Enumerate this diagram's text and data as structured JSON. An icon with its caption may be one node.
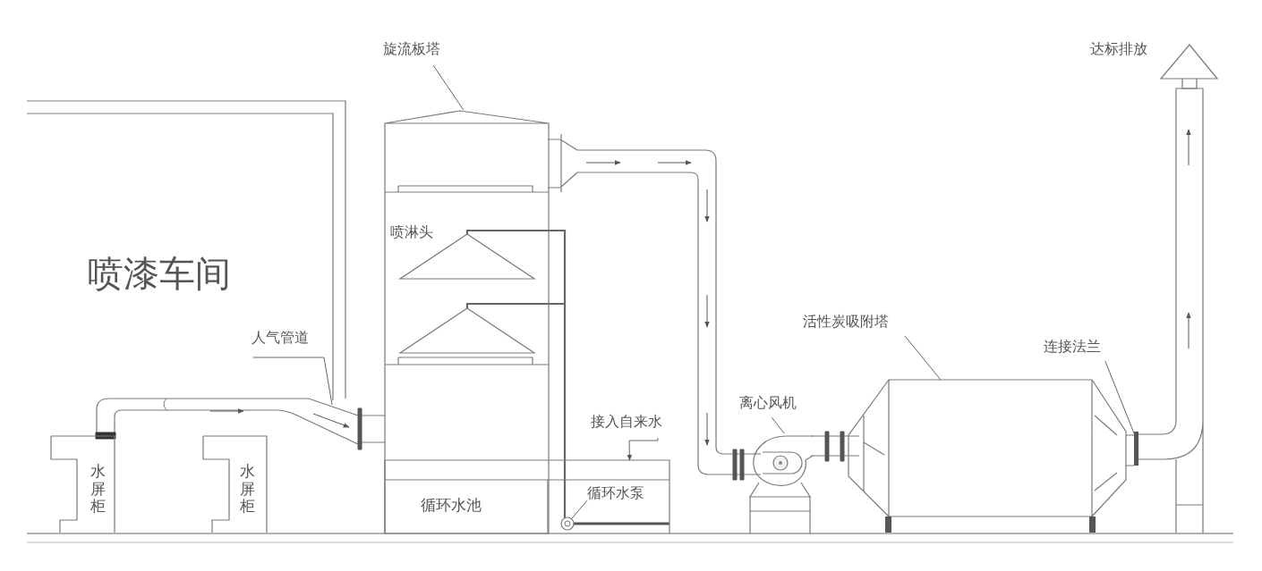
{
  "diagram": {
    "nodes": [
      {
        "text": [
          "旋流板塔"
        ]
      },
      {
        "text": [],
        "shape": "picture"
      },
      {
        "text": [
          "人气管道"
        ]
      },
      {
        "text": [
          "水屏柜"
        ]
      },
      {
        "text": [
          "水屏柜"
        ]
      },
      {
        "text": [
          "循环水池"
        ]
      },
      {
        "text": [
          "接入自来水"
        ]
      },
      {
        "text": [
          "循环水泵"
        ],
        "in": 5
      },
      {
        "text": [],
        "shape": "circle",
        "in": 5
      },
      {
        "text": [
          "离心风机"
        ]
      },
      {
        "text": [],
        "shape": "picture"
      },
      {
        "text": [
          "活性炭吸附塔"
        ]
      },
      {
        "text": [],
        "shape": "picture"
      },
      {
        "text": [
          "连接法兰"
        ]
      },
      {
        "text": [],
        "shape": "bar"
      }
    ],
    "edges": [
      {
        "from": 0,
        "to": 1,
        "arrow": "none"
      },
      {
        "from": 2,
        "to": null,
        "arrow": "none"
      },
      {
        "from": 6,
        "to": 5,
        "arrow": "to"
      },
      {
        "from": 7,
        "to": 8,
        "arrow": "none"
      },
      {
        "from": 9,
        "to": 10,
        "arrow": "none"
      },
      {
        "from": 11,
        "to": 12,
        "arrow": "none"
      },
      {
        "from": 13,
        "to": 14,
        "arrow": "none"
      }
    ],
    "labels": [
      "喷漆车间",
      "喷淋头",
      "达标排放"
    ]
  }
}
